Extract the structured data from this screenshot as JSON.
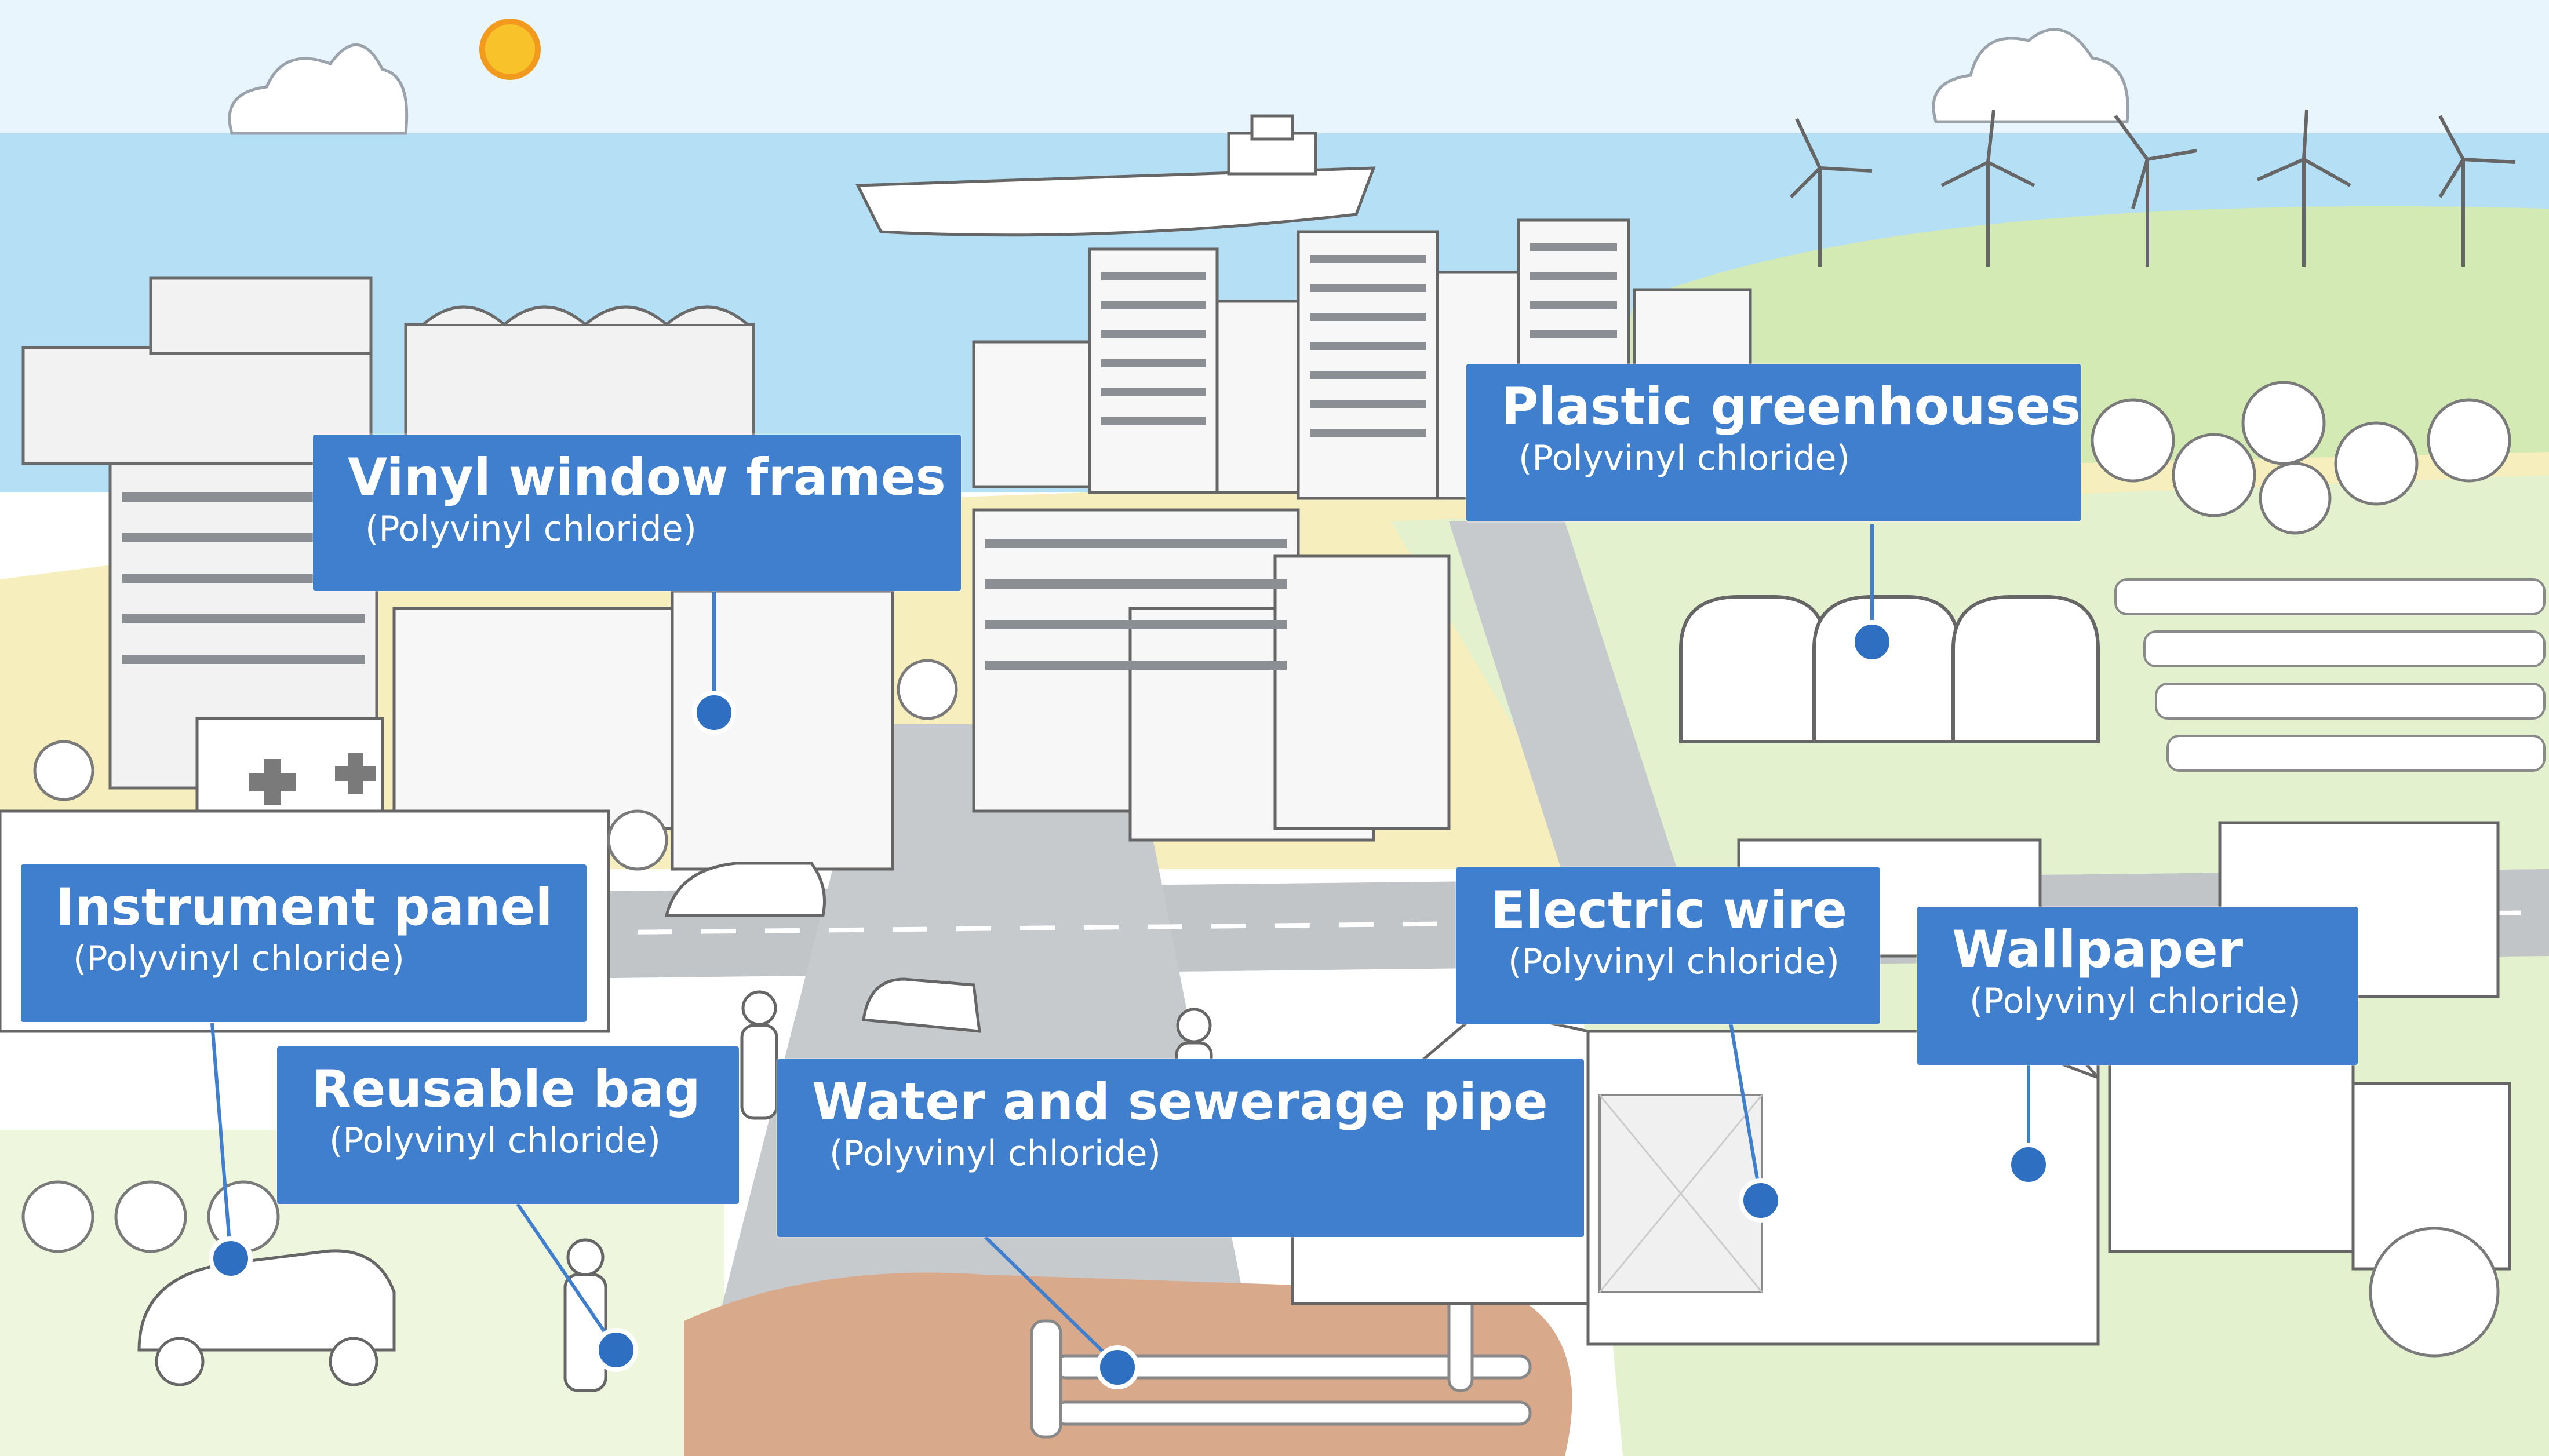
{
  "labels": [
    {
      "id": "vinyl-window-frames",
      "title": "Vinyl window frames",
      "subtitle": "(Polyvinyl chloride)"
    },
    {
      "id": "plastic-greenhouses",
      "title": "Plastic greenhouses",
      "subtitle": "(Polyvinyl chloride)"
    },
    {
      "id": "instrument-panel",
      "title": "Instrument panel",
      "subtitle": "(Polyvinyl chloride)"
    },
    {
      "id": "electric-wire",
      "title": "Electric wire",
      "subtitle": "(Polyvinyl chloride)"
    },
    {
      "id": "wallpaper",
      "title": "Wallpaper",
      "subtitle": "(Polyvinyl chloride)"
    },
    {
      "id": "reusable-bag",
      "title": "Reusable bag",
      "subtitle": "(Polyvinyl chloride)"
    },
    {
      "id": "water-and-sewerage-pipe",
      "title": "Water and sewerage pipe",
      "subtitle": "(Polyvinyl chloride)"
    }
  ],
  "colors": {
    "label_fill": "#3f7fcd",
    "label_text": "#ffffff",
    "marker": "#2f6fc2",
    "sky": "#bfe3f6",
    "sea": "#a9d8f2",
    "grass": "#d6ecb8",
    "sand": "#f7efbd",
    "road": "#b9bcc0",
    "soil": "#d8a98a"
  },
  "icons": [
    "sun-icon",
    "cloud-icon",
    "tanker-ship-icon",
    "wind-turbine-icon",
    "hospital-cross-icon",
    "car-icon",
    "greenhouse-icon",
    "tree-icon",
    "pipe-icon"
  ]
}
